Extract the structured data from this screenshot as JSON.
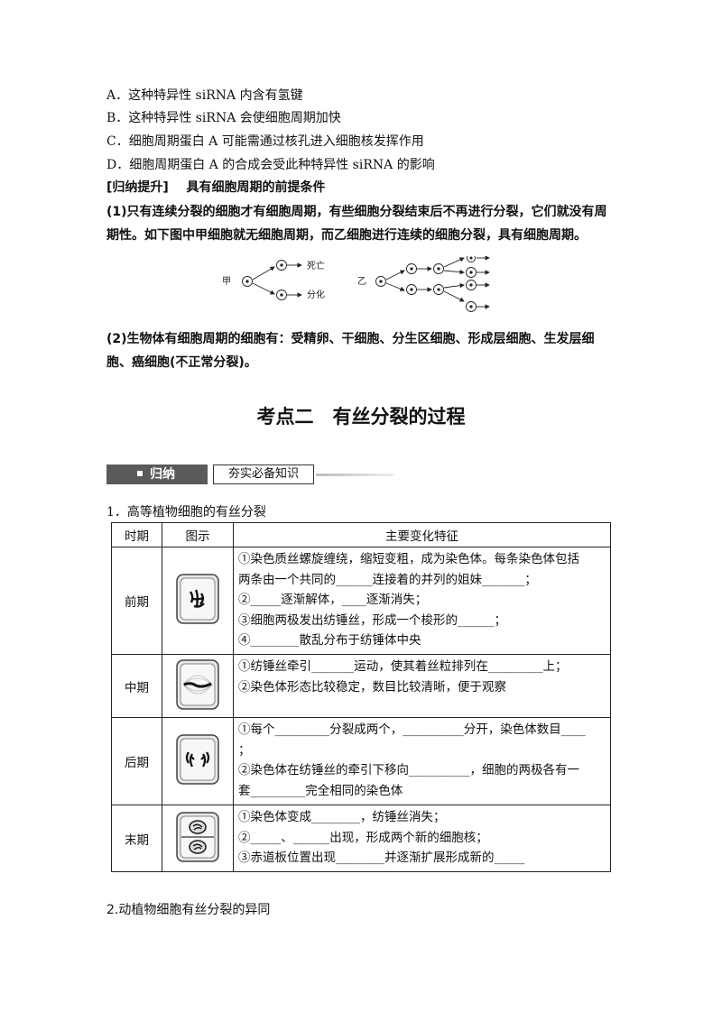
{
  "options": [
    "A．这种特异性 siRNA 内含有氢键",
    "B．这种特异性 siRNA 会使细胞周期加快",
    "C．细胞周期蛋白 A 可能需通过核孔进入细胞核发挥作用",
    "D．细胞周期蛋白 A 的合成会受此种特异性 siRNA 的影响"
  ],
  "summary": {
    "tag": "[归纳提升]",
    "title": "具有细胞周期的前提条件",
    "p1": "(1)只有连续分裂的细胞才有细胞周期，有些细胞分裂结束后不再进行分裂，它们就没有周期性。如下图中甲细胞就无细胞周期，而乙细胞进行连续的细胞分裂，具有细胞周期。",
    "p2": "(2)生物体有细胞周期的细胞有：受精卵、干细胞、分生区细胞、形成层细胞、生发层细胞、癌细胞(不正常分裂)。"
  },
  "diagram": {
    "jia_label": "甲",
    "yi_label": "乙",
    "death_label": "死亡",
    "diff_label": "分化"
  },
  "section_title": "考点二　有丝分裂的过程",
  "banner": {
    "label": "归纳",
    "box": "夯实必备知识"
  },
  "subsection1": "1．高等植物细胞的有丝分裂",
  "table": {
    "headers": [
      "时期",
      "图示",
      "主要变化特征"
    ],
    "rows": [
      {
        "stage": "前期",
        "icon": "prophase-cell-icon",
        "lines": [
          "①染色质丝螺旋缠绕，缩短变粗，成为染色体。每条染色体包括",
          "两条由一个共同的______连接着的并列的姐妹_______；",
          "②_____逐渐解体，____逐渐消失；",
          "③细胞两极发出纺锤丝，形成一个梭形的______；",
          "④________散乱分布于纺锤体中央"
        ]
      },
      {
        "stage": "中期",
        "icon": "metaphase-cell-icon",
        "lines": [
          "①纺锤丝牵引_______运动，使其着丝粒排列在_________上；",
          "②染色体形态比较稳定，数目比较清晰，便于观察"
        ]
      },
      {
        "stage": "后期",
        "icon": "anaphase-cell-icon",
        "lines": [
          "①每个_________分裂成两个，__________分开，染色体数目____",
          "；",
          "②染色体在纺锤丝的牵引下移向__________，细胞的两极各有一",
          "套_________完全相同的染色体"
        ]
      },
      {
        "stage": "末期",
        "icon": "telophase-cell-icon",
        "lines": [
          "①染色体变成________，纺锤丝消失；",
          "②_____、______出现，形成两个新的细胞核；",
          "③赤道板位置出现________并逐渐扩展形成新的_____"
        ]
      }
    ]
  },
  "subsection2": "2.动植物细胞有丝分裂的异同"
}
